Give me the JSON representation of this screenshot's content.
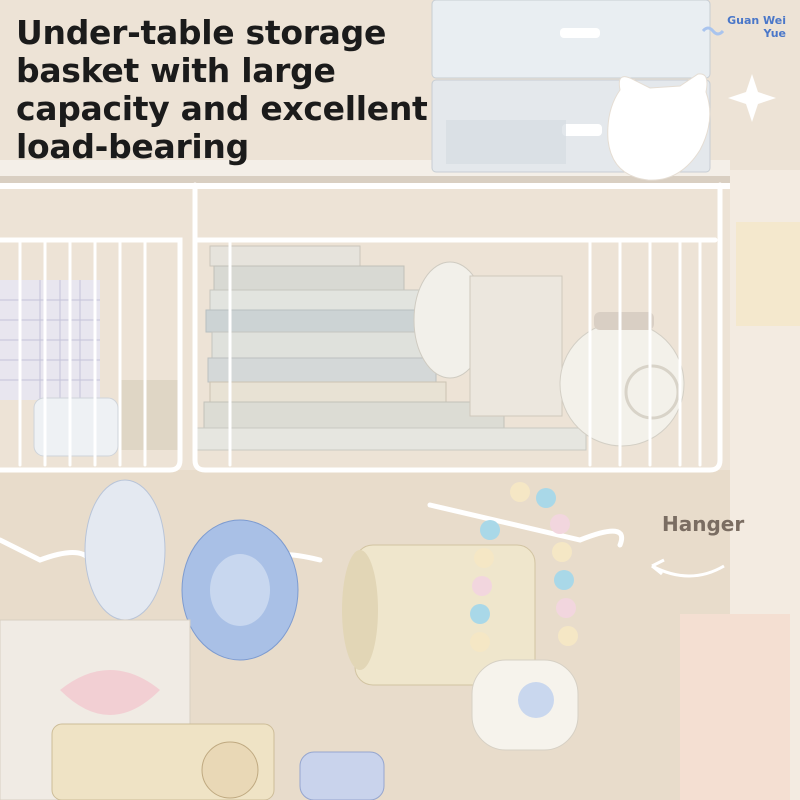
{
  "headline": {
    "lines": [
      "Under-table storage",
      "basket with large",
      "capacity and excellent",
      "load-bearing"
    ]
  },
  "brand": {
    "line1": "Guan Wei",
    "line2": "Yue"
  },
  "annotation": {
    "hanger_label": "Hanger"
  },
  "colors": {
    "headline_text": "#1b1b1b",
    "brand_text": "#4a77c9",
    "annotation_text": "#7a6d62",
    "basket_wire": "#ffffff"
  }
}
